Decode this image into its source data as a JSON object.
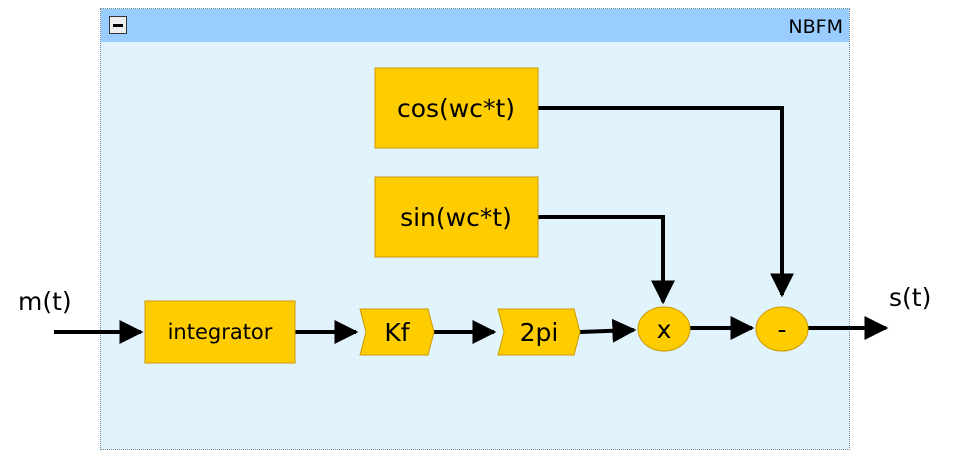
{
  "subsystem": {
    "title": "NBFM"
  },
  "signals": {
    "input": "m(t)",
    "output": "s(t)"
  },
  "blocks": {
    "cos": "cos(wc*t)",
    "sin": "sin(wc*t)",
    "integrator": "integrator",
    "kf": "Kf",
    "twopi": "2pi",
    "multiply": "x",
    "subtract": "-"
  },
  "colors": {
    "block_fill": "#ffcc00",
    "block_stroke": "#cc9900",
    "subsystem_bg": "#e1f4fd",
    "header_bg": "#99ccff"
  }
}
